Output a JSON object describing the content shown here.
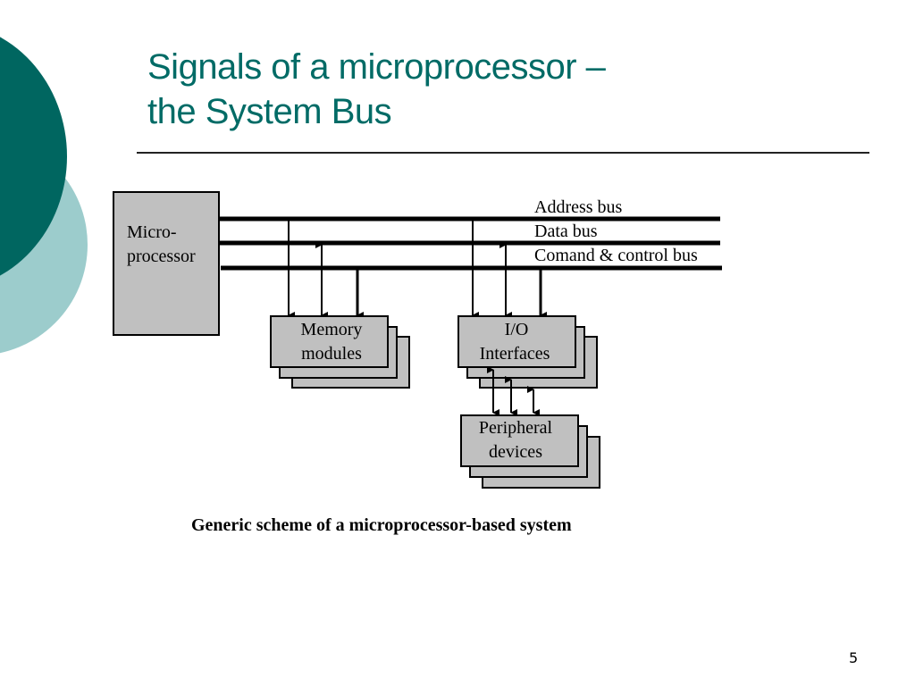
{
  "slide": {
    "title_line1": "Signals of a microprocessor –",
    "title_line2": "the System Bus",
    "page_number": "5",
    "colors": {
      "title": "#006b66",
      "dark_circle": "#006660",
      "light_circle": "#9ccccc",
      "block_fill": "#c0c0c0"
    }
  },
  "diagram": {
    "processor": {
      "line1": "Micro-",
      "line2": "processor"
    },
    "buses": [
      {
        "label": "Address bus"
      },
      {
        "label": "Data bus"
      },
      {
        "label": "Comand & control bus"
      }
    ],
    "memory": {
      "line1": "Memory",
      "line2": "modules"
    },
    "io": {
      "line1": "I/O",
      "line2": "Interfaces"
    },
    "peripheral": {
      "line1": "Peripheral",
      "line2": "devices"
    },
    "caption": "Generic scheme of a microprocessor-based system"
  }
}
